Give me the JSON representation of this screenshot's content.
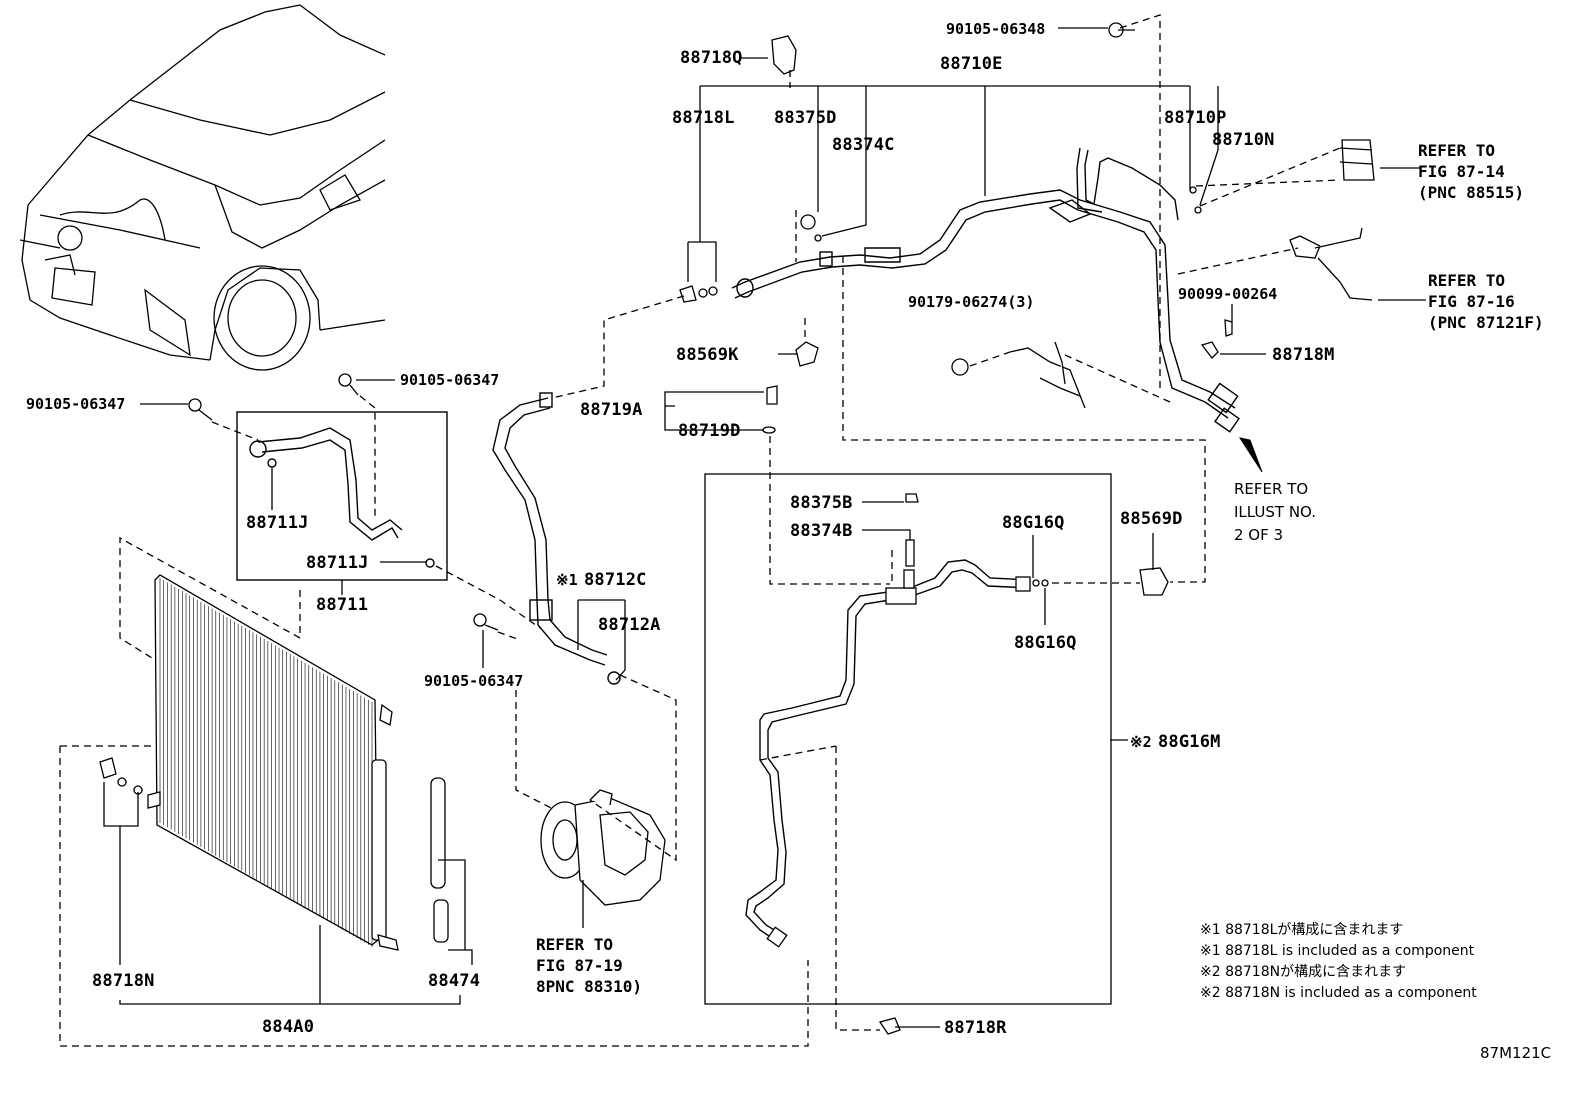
{
  "diagram_code": "87M121C",
  "labels": {
    "p88718Q": "88718Q",
    "p90105_06348": "90105-06348",
    "p88710E": "88710E",
    "p88718L": "88718L",
    "p88375D": "88375D",
    "p88374C": "88374C",
    "p88710P": "88710P",
    "p88710N": "88710N",
    "p90179_06274": "90179-06274(3)",
    "p90099_00264": "90099-00264",
    "p88718M": "88718M",
    "p88569K": "88569K",
    "p88719A": "88719A",
    "p88719D": "88719D",
    "p90105_06347_top": "90105-06347",
    "p90105_06347_left": "90105-06347",
    "p90105_06347_mid": "90105-06347",
    "p88711J_a": "88711J",
    "p88711J_b": "88711J",
    "p88711": "88711",
    "p88712C": "88712C",
    "p88712C_mark": "※1",
    "p88712A": "88712A",
    "p88375B": "88375B",
    "p88374B": "88374B",
    "p88G16Q_a": "88G16Q",
    "p88G16Q_b": "88G16Q",
    "p88569D": "88569D",
    "p88G16M": "88G16M",
    "p88G16M_mark": "※2",
    "p88718N": "88718N",
    "p88474": "88474",
    "p884A0": "884A0",
    "p88718R": "88718R"
  },
  "refs": {
    "fig87_14": [
      "REFER TO",
      "FIG 87-14",
      "(PNC 88515)"
    ],
    "fig87_16": [
      "REFER TO",
      "FIG 87-16",
      "(PNC 87121F)"
    ],
    "fig87_19": [
      "REFER TO",
      "FIG 87-19",
      "8PNC 88310)"
    ],
    "illust2": [
      "REFER TO",
      "ILLUST NO.",
      "2 OF 3"
    ]
  },
  "notes": [
    "※1 88718Lが構成に含まれます",
    "※1 88718L is included as a component",
    "※2 88718Nが構成に含まれます",
    "※2 88718N is included as a component"
  ]
}
